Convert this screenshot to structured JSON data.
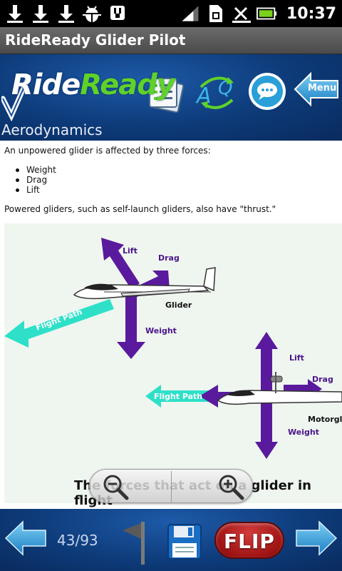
{
  "status_bar": {
    "time": "10:37",
    "icons": [
      "download-icon",
      "download-icon",
      "download-icon",
      "android-debug-icon",
      "usb-icon",
      "wifi-icon",
      "sim-icon",
      "signal-off-icon",
      "battery-icon"
    ]
  },
  "app": {
    "title": "RideReady Glider Pilot"
  },
  "header": {
    "logo_ride": "Ride",
    "logo_ready": "Ready",
    "menu_label": "Menu",
    "section_title": "Aerodynamics"
  },
  "content": {
    "intro": "An unpowered glider is affected by three forces:",
    "forces": [
      "Weight",
      "Drag",
      "Lift"
    ],
    "powered_note": "Powered gliders, such as self-launch gliders, also have \"thrust.\""
  },
  "diagram": {
    "glider": {
      "lift": "Lift",
      "drag": "Drag",
      "weight": "Weight",
      "flight_path": "Flight Path",
      "label": "Glider"
    },
    "motorglider": {
      "lift": "Lift",
      "drag": "Drag",
      "weight": "Weight",
      "flight_path": "Flight Path",
      "label": "Motorgl"
    },
    "caption": "The forces that act on a glider in flight",
    "colors": {
      "force": "#5a1a9e",
      "flight_path": "#2ee0c8",
      "background": "#eff6ef"
    }
  },
  "bottom_bar": {
    "page": "43/93",
    "flip_label": "FLIP"
  }
}
